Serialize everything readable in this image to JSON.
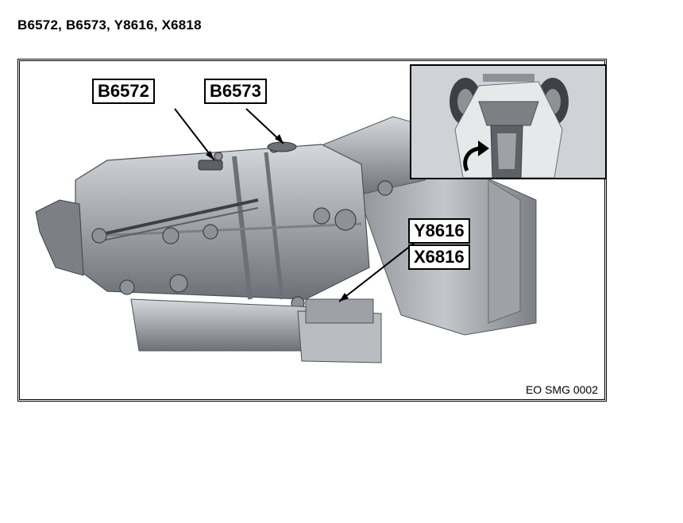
{
  "document": {
    "title": "B6572, B6573, Y8616, X6818"
  },
  "figure": {
    "figure_code": "EO SMG 0002",
    "callouts": {
      "b6572": "B6572",
      "b6573": "B6573",
      "y8616": "Y8616",
      "x6816": "X6816"
    },
    "inset": {
      "arrow_icon": "curved-arrow-icon"
    },
    "illustration": {
      "subject_icon": "transmission-illustration",
      "colors": {
        "metal_base": "#a7abb0",
        "metal_dark": "#6d7177",
        "metal_light": "#d5d8dc",
        "inset_bg": "#cfd2d6"
      }
    }
  }
}
